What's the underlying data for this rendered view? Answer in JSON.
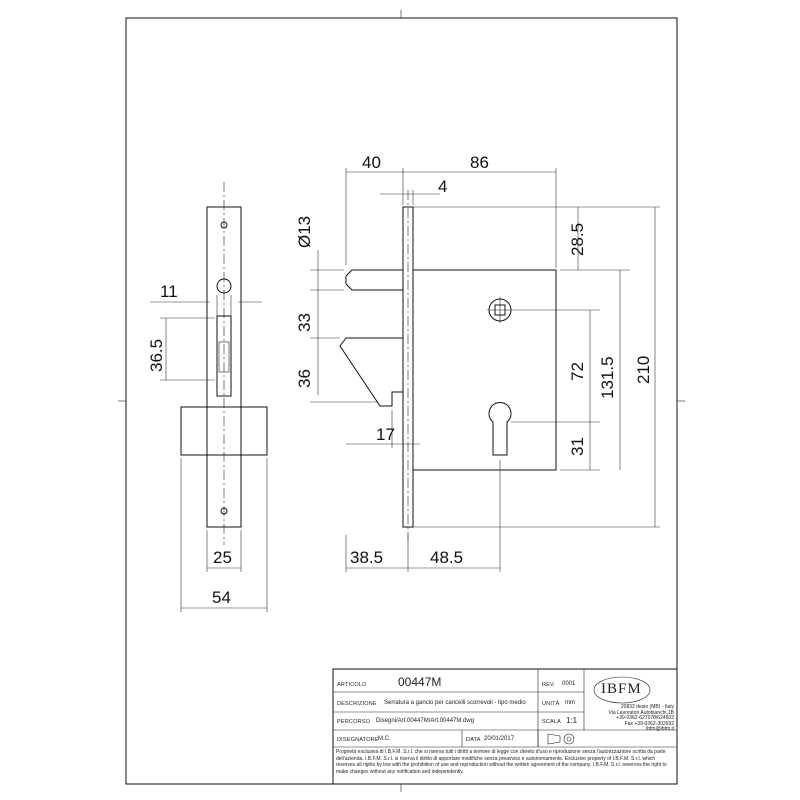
{
  "dimensions": {
    "d11": "11",
    "d36_5": "36.5",
    "d25": "25",
    "d54": "54",
    "d13": "Ø13",
    "d33": "33",
    "d36": "36",
    "d40": "40",
    "d86": "86",
    "d4": "4",
    "d28_5": "28.5",
    "d72": "72",
    "d131_5": "131.5",
    "d210": "210",
    "d31": "31",
    "d17": "17",
    "d38_5": "38.5",
    "d48_5": "48.5"
  },
  "title_block": {
    "articolo_label": "ARTICOLO",
    "articolo_value": "00447M",
    "rev_label": "REV.",
    "rev_value": "0001",
    "descrizione_label": "DESCRIZIONE",
    "descrizione_value": "Serratura a gancio per cancelli scorrevoli - tipo medio",
    "unita_label": "UNITÀ",
    "unita_value": "mm",
    "percorso_label": "PERCORSO",
    "percorso_value": "Disegni/Art.00447M/Art.00447M.dwg",
    "scala_label": "SCALA",
    "scala_value": "1:1",
    "disegnatore_label": "DISEGNATORE",
    "disegnatore_value": "M.C.",
    "data_label": "DATA",
    "data_value": "20/01/2017",
    "logo_text": "IBFM",
    "company_line1": "20832 desio (MB) - Italy",
    "company_line2": "Via Lavoratori Autobianchi,1B",
    "company_line3": "+39-0362-627078/624502",
    "company_line4": "Fax +39-0362-302692",
    "company_line5": "ibfm@ibfm.it",
    "disclaimer_it": "Proprietà esclusiva di I.B.F.M. S.r.l. che si riserva tutti i diritti a termine di legge con divieto d'uso e riproduzione senza l'autorizzazione scritta da parte dell'azienda. I.B.F.M. S.r.l. si riserva il diritto di apportare modifiche senza preavviso e autonomamente.",
    "disclaimer_en": "Exclusive property of I.B.F.M. S.r.l. which reserves all rights by low with the prohibition of use and reproduction without the written agreement of the company. I.B.F.M. S.r.l. reserves the right to make changes without any notification and independently."
  }
}
